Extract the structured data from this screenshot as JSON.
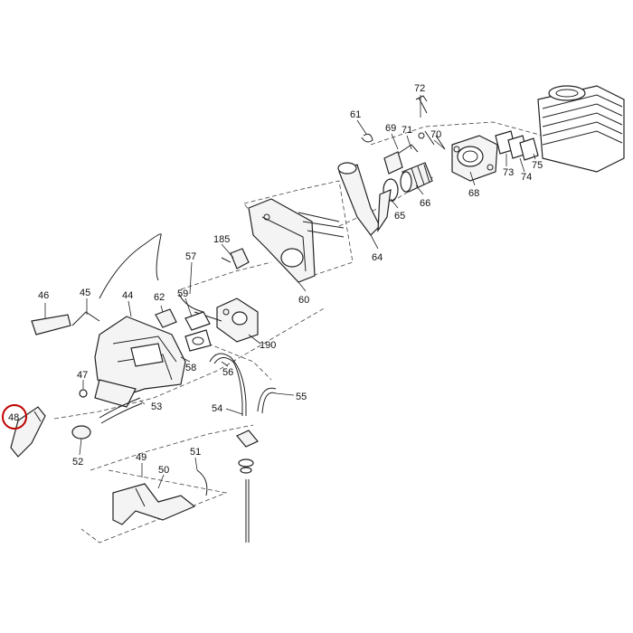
{
  "labels": {
    "p44": "44",
    "p45": "45",
    "p46": "46",
    "p47": "47",
    "p48": "48",
    "p49": "49",
    "p50": "50",
    "p51": "51",
    "p52": "52",
    "p53": "53",
    "p54": "54",
    "p55": "55",
    "p56": "56",
    "p57": "57",
    "p58": "58",
    "p59": "59",
    "p60": "60",
    "p61": "61",
    "p62": "62",
    "p64": "64",
    "p65": "65",
    "p66": "66",
    "p68": "68",
    "p69": "69",
    "p70": "70",
    "p71": "71",
    "p72": "72",
    "p73": "73",
    "p74": "74",
    "p75": "75",
    "p185": "185",
    "p190": "190"
  },
  "highlight": {
    "part": "48",
    "color": "#c00000"
  }
}
